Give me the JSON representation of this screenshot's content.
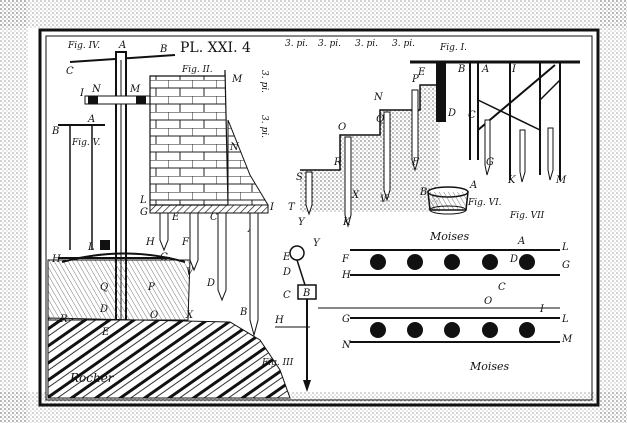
{
  "plate": {
    "title": "PL. XXI. 4",
    "fig_labels": {
      "fig1": "Fig. I.",
      "fig2": "Fig. II.",
      "fig3": "Fig. III",
      "fig4": "Fig. IV.",
      "fig5": "Fig. V.",
      "fig6": "Fig. VI.",
      "fig7": "Fig. VII"
    },
    "scale_labels": [
      "3. pi.",
      "3. pi.",
      "3. pi.",
      "3. pi."
    ],
    "vertical_scale_labels": [
      "3. pi.",
      "3. pi."
    ],
    "captions": {
      "moises": "Moises",
      "rocher": "Rocher",
      "bottom_right": "Moises"
    },
    "colors": {
      "ink": "#111111",
      "paper": "#ffffff",
      "shade": "#444444"
    }
  }
}
